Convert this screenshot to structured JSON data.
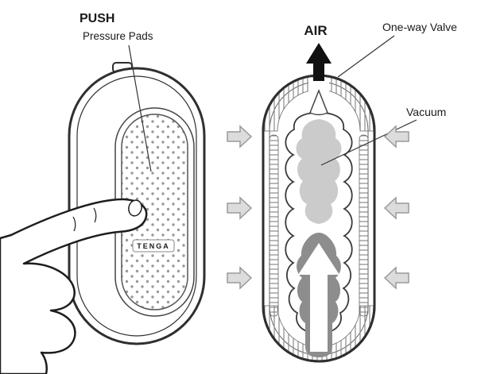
{
  "labels": {
    "push": "PUSH",
    "pressure_pads": "Pressure Pads",
    "air": "AIR",
    "one_way_valve": "One-way Valve",
    "vacuum": "Vacuum",
    "logo": "TENGA"
  },
  "colors": {
    "background": "#ffffff",
    "outline": "#2f2f2f",
    "pad_dots": "#9a9a9a",
    "vacuum_chamber": "#cbcbcb",
    "airflow_dark": "#8d8d8d",
    "block_arrow_fill": "#dcdcdc",
    "block_arrow_stroke": "#9a9a9a",
    "air_arrow_black": "#111111",
    "hatch_gray": "#8a8a8a"
  }
}
